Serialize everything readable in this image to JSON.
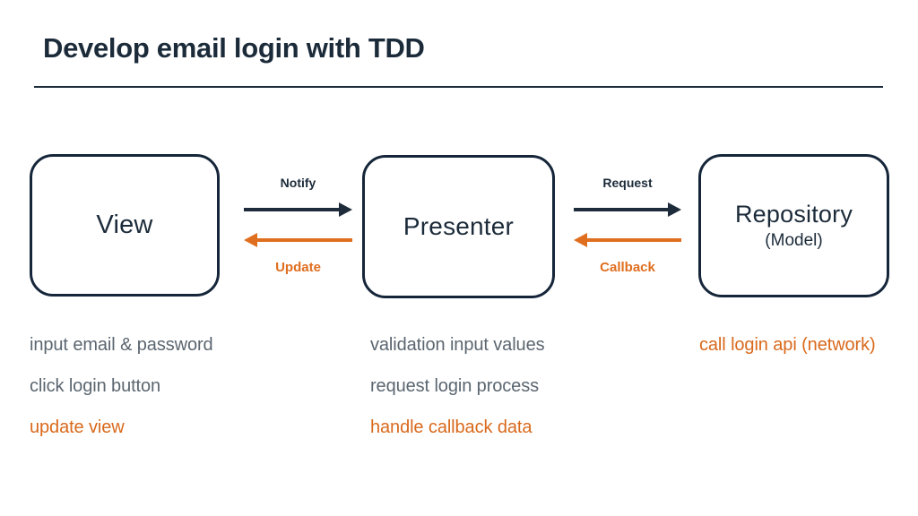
{
  "page": {
    "title": "Develop email login with TDD"
  },
  "colors": {
    "navy": "#1c2b3a",
    "orange": "#e06e1f",
    "gray": "#5b6670",
    "background": "#ffffff"
  },
  "diagram": {
    "nodes": [
      {
        "label": "View",
        "sublabel": ""
      },
      {
        "label": "Presenter",
        "sublabel": ""
      },
      {
        "label": "Repository",
        "sublabel": "(Model)"
      }
    ],
    "arrows": [
      {
        "label": "Notify",
        "direction": "right",
        "color": "#1c2b3a"
      },
      {
        "label": "Update",
        "direction": "left",
        "color": "#e06e1f"
      },
      {
        "label": "Request",
        "direction": "right",
        "color": "#1c2b3a"
      },
      {
        "label": "Callback",
        "direction": "left",
        "color": "#e06e1f"
      }
    ]
  },
  "notes": {
    "view": [
      {
        "text": "input email & password",
        "emphasis": false
      },
      {
        "text": "click login button",
        "emphasis": false
      },
      {
        "text": "update view",
        "emphasis": true
      }
    ],
    "presenter": [
      {
        "text": "validation input values",
        "emphasis": false
      },
      {
        "text": "request login process",
        "emphasis": false
      },
      {
        "text": "handle callback data",
        "emphasis": true
      }
    ],
    "repository": [
      {
        "text": "call login api (network)",
        "emphasis": true
      }
    ]
  }
}
